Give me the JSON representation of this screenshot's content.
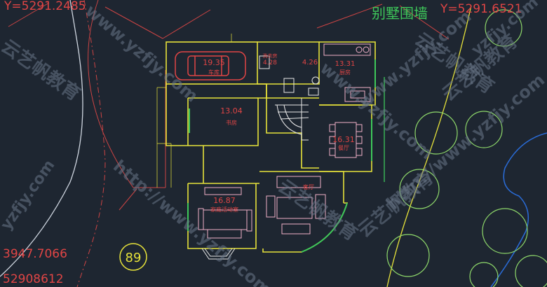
{
  "header": {
    "left_coord": "Y=5291.2485",
    "right_coord": "Y=5291.6521",
    "title": "别墅围墙"
  },
  "bottom_left": {
    "line1": "3947.7066",
    "line2": "52908612"
  },
  "badge": "89",
  "watermarks": {
    "url": "http://www.yzfjy.com",
    "url2": "www.yzfjy.com",
    "url3": "yzfjy.com",
    "brand": "云艺帆教育"
  },
  "rooms": [
    {
      "area": "19.35",
      "name": "车库"
    },
    {
      "area": "4.28",
      "name": "洗衣房"
    },
    {
      "area": "4.26",
      "name": ""
    },
    {
      "area": "13.31",
      "name": "厨房"
    },
    {
      "area": "13.04",
      "name": "书房"
    },
    {
      "area": "16.31",
      "name": "餐厅"
    },
    {
      "area": "16.87",
      "name": "家庭活动室"
    },
    {
      "area": "",
      "name": "客厅"
    }
  ],
  "colors": {
    "background": "#1e2631",
    "wall": "#e6e23a",
    "room_label": "#e04545",
    "furniture": "#f0b0c8",
    "boundary": "#c44",
    "tree": "#8ed86a",
    "water": "#2a6cd8",
    "title": "#3ec85a"
  }
}
